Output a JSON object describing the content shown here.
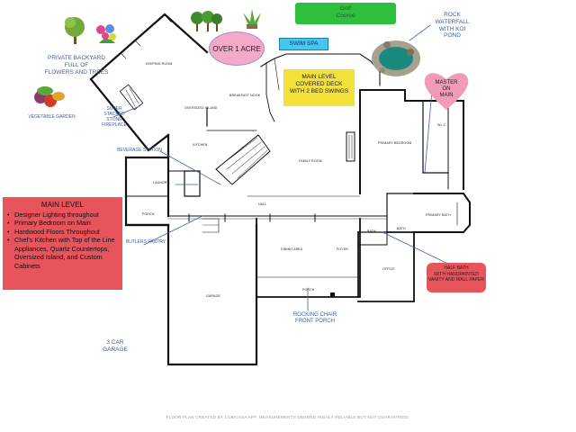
{
  "golf": "Golf\nCourse",
  "over_acre": "OVER 1 ACRE",
  "swim_spa": "SWIM SPA",
  "waterfall": "ROCK\nWATERFALL\nWITH KOI\nPOND",
  "backyard": "PRIVATE BACKYARD\nFULL OF\nFLOWERS AND TREES",
  "veg_garden": "VEGETABLE GARDEN",
  "fireplace": "SUPER\nSTACKED\nSTONE\nFIREPLACE",
  "beverage": "BEVERAGE STATION",
  "deck": "MAIN LEVEL\nCOVERED DECK\nWITH 2 BED SWINGS",
  "master": "MASTER\nON\nMAIN",
  "main_level": {
    "title": "MAIN LEVEL",
    "items": [
      "Designer Lighting throughout",
      "Primary Bedroom on Main",
      "Hardwood Floors Throughout",
      "Chef's Kitchen with Top of the Line Appliances, Quartz Countertops, Oversized Island, and Custom Cabinets"
    ]
  },
  "butlers": "BUTLERS PANTRY",
  "garage": "3 CAR\nGARAGE",
  "rocking": "ROCKING CHAIR\nFRONT PORCH",
  "half_bath": "HALF BATH\nWITH HANDPAINTED\nVANITY AND WALL PAPER",
  "rooms": {
    "keeping": "KEEPING ROOM",
    "breakfast": "BREAKFAST NOOK",
    "island": "OVERSIZED ISLAND",
    "kitchen": "KITCHEN",
    "family": "FAMILY ROOM",
    "primary_bed": "PRIMARY BEDROOM",
    "wic": "W.I.C.",
    "primary_bath": "PRIMARY BATH",
    "laundry": "LAUNDRY",
    "porch_left": "PORCH",
    "hall": "HALL",
    "dining": "DINING AREA",
    "foyer": "FOYER",
    "bath": "BATH",
    "bath2": "BATH",
    "office": "OFFICE",
    "porch": "PORCH",
    "garage_room": "GARAGE"
  },
  "footer": "FLOOR PLAN CREATED BY CUBICASA APP. MEASUREMENTS DEEMED HIGHLY RELIABLE BUT NOT GUARANTEED.",
  "colors": {
    "callout_blue": "#3a5fa8",
    "golf_green": "#2fbf3f",
    "acre_pink": "#f4a9c9",
    "swim_blue": "#47c6ef",
    "deck_yellow": "#f3e13a",
    "master_pink": "#f29bb8",
    "info_red": "#e8545b",
    "wall": "#111111"
  }
}
